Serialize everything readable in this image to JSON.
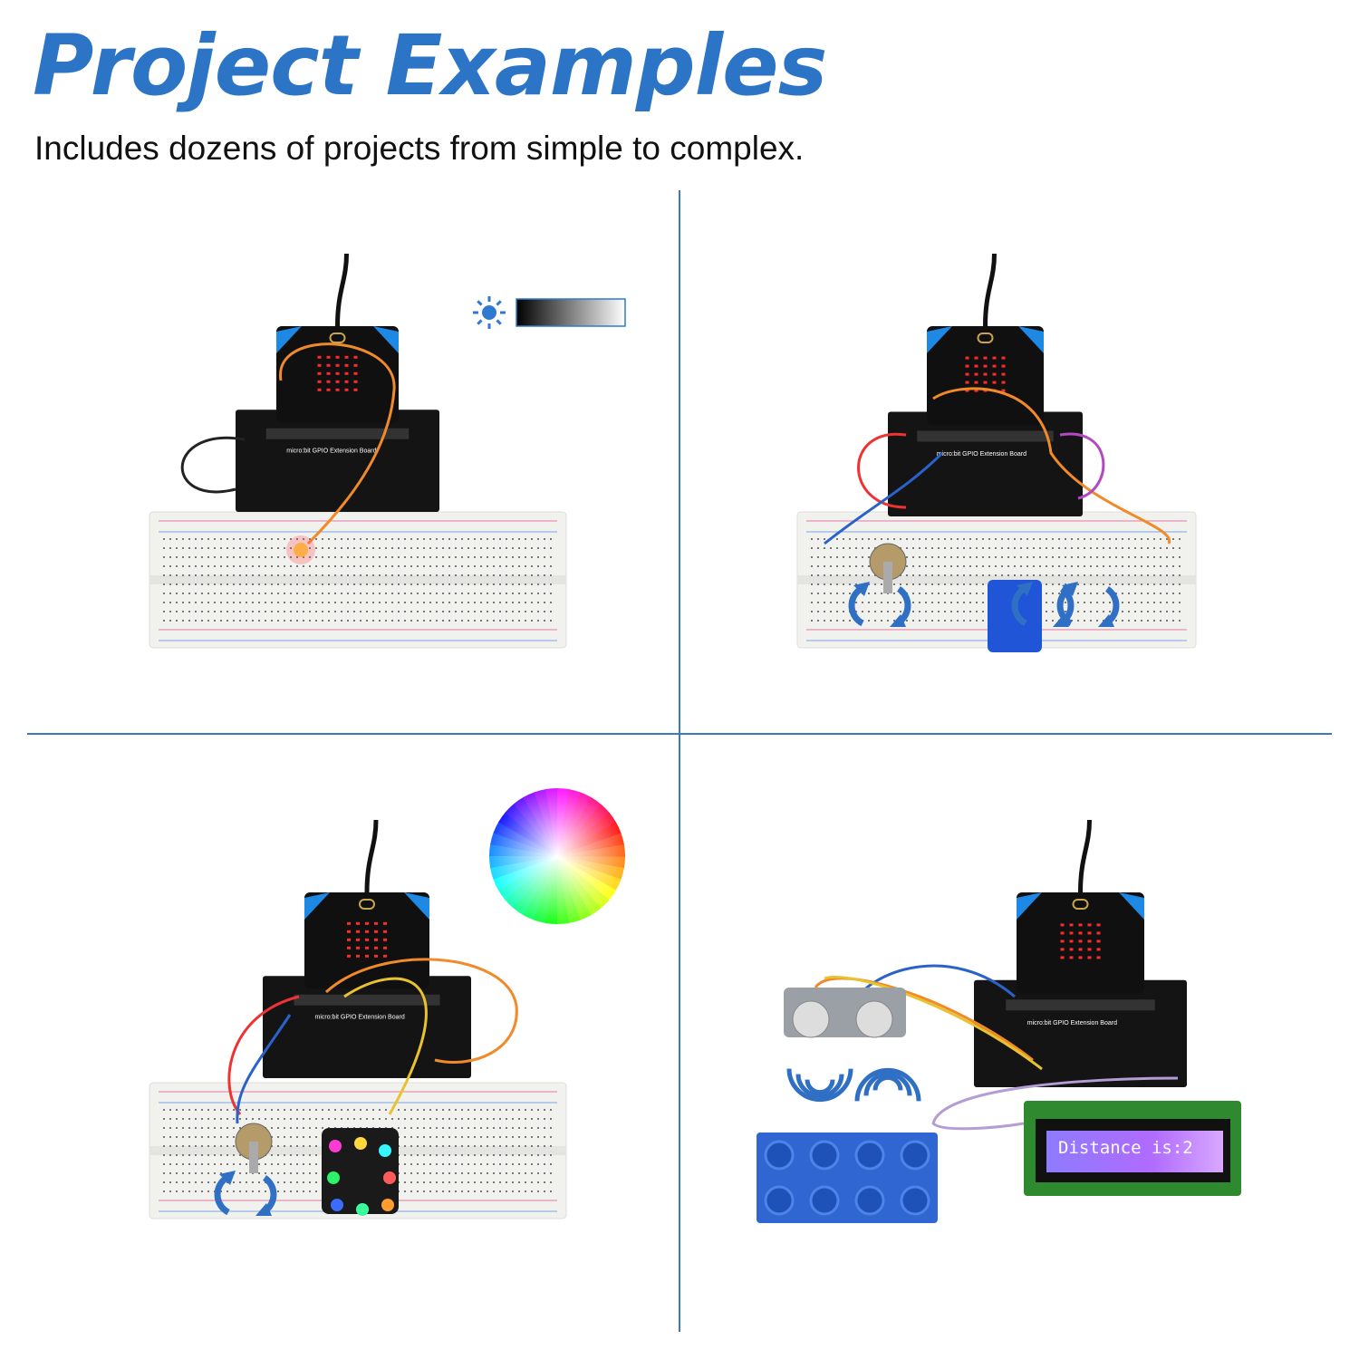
{
  "header": {
    "title": "Project Examples",
    "subtitle": "Includes dozens of projects from simple to complex."
  },
  "colors": {
    "accent": "#2b74c6",
    "divider": "#3b7bba",
    "board": "#111111",
    "microbit_corner": "#1e88e5",
    "breadboard": "#f1f1ee",
    "led_red": "#ff2a2a",
    "lcd_screen": "#9a6bff"
  },
  "panels": [
    {
      "name": "led-brightness",
      "icons": [
        "sun-icon",
        "brightness-gradient-bar"
      ],
      "board_label": "micro:bit GPIO Extension Board"
    },
    {
      "name": "servo-potentiometer",
      "icons": [
        "rotate-arrows-icon"
      ],
      "board_label": "micro:bit GPIO Extension Board"
    },
    {
      "name": "rgb-potentiometer",
      "icons": [
        "color-wheel-icon",
        "rotate-arrows-icon"
      ],
      "board_label": "micro:bit GPIO Extension Board"
    },
    {
      "name": "ultrasonic-lcd",
      "icons": [
        "sound-waves-icon"
      ],
      "board_label": "micro:bit GPIO Extension Board",
      "lcd_text": "Distance is:2"
    }
  ]
}
